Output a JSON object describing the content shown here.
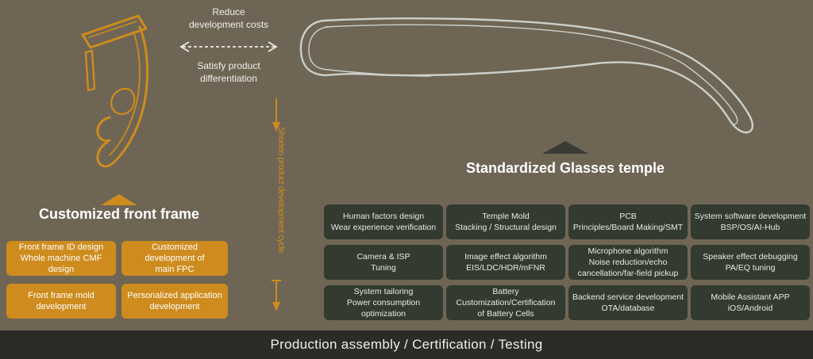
{
  "colors": {
    "background": "#6E6555",
    "orange": "#CE8C1E",
    "dark_panel": "#333A30",
    "footer_bar": "#2B2B27",
    "temple_line": "#CCD0CA",
    "dark_triangle": "#3B3B35",
    "text_light": "#F0EFE9"
  },
  "top": {
    "reduce_label": "Reduce\ndevelopment costs",
    "satisfy_label": "Satisfy product\ndifferentiation",
    "shorten_label": "Shorten product development cycle"
  },
  "front_frame": {
    "title": "Customized front frame",
    "boxes": [
      "Front frame ID design\nWhole machine CMF design",
      "Customized development of\nmain FPC",
      "Front frame mold\ndevelopment",
      "Personalized application\ndevelopment"
    ]
  },
  "temple": {
    "title": "Standardized Glasses temple",
    "boxes": [
      "Human factors design\nWear experience verification",
      "Temple Mold\nStacking / Structural design",
      "PCB\nPrinciples/Board Making/SMT",
      "System software development\nBSP/OS/AI-Hub",
      "Camera & ISP\nTuning",
      "Image effect algorithm\nEIS/LDC/HDR/mFNR",
      "Microphone algorithm\nNoise reduction/echo\ncancellation/far-field pickup",
      "Speaker effect debugging\nPA/EQ tuning",
      "System tailoring\nPower consumption optimization",
      "Battery\nCustomization/Certification\nof Battery Cells",
      "Backend service development\nOTA/database",
      "Mobile Assistant APP\niOS/Android"
    ]
  },
  "footer": {
    "label": "Production assembly / Certification / Testing"
  }
}
